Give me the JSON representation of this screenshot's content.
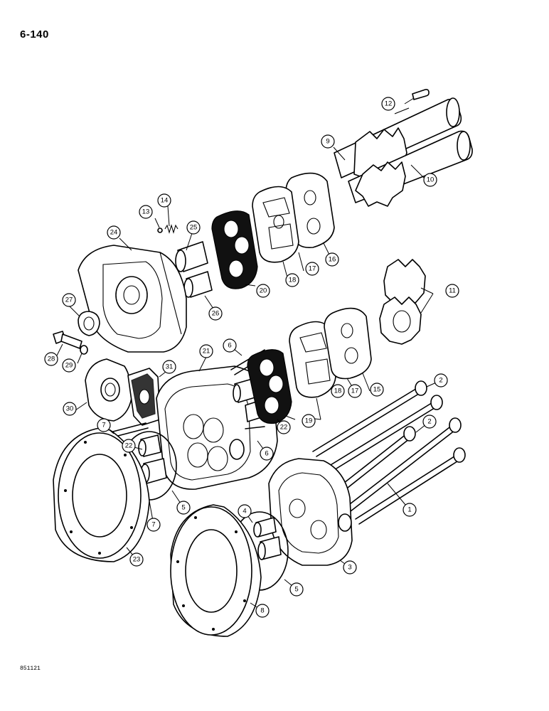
{
  "page_number": "6-140",
  "drawing_code": "851121",
  "callouts": [
    "1",
    "2",
    "2",
    "3",
    "4",
    "5",
    "5",
    "6",
    "6",
    "7",
    "7",
    "8",
    "9",
    "10",
    "11",
    "12",
    "13",
    "14",
    "15",
    "16",
    "17",
    "17",
    "18",
    "18",
    "19",
    "20",
    "21",
    "22",
    "22",
    "23",
    "24",
    "25",
    "26",
    "27",
    "28",
    "29",
    "30",
    "31"
  ]
}
